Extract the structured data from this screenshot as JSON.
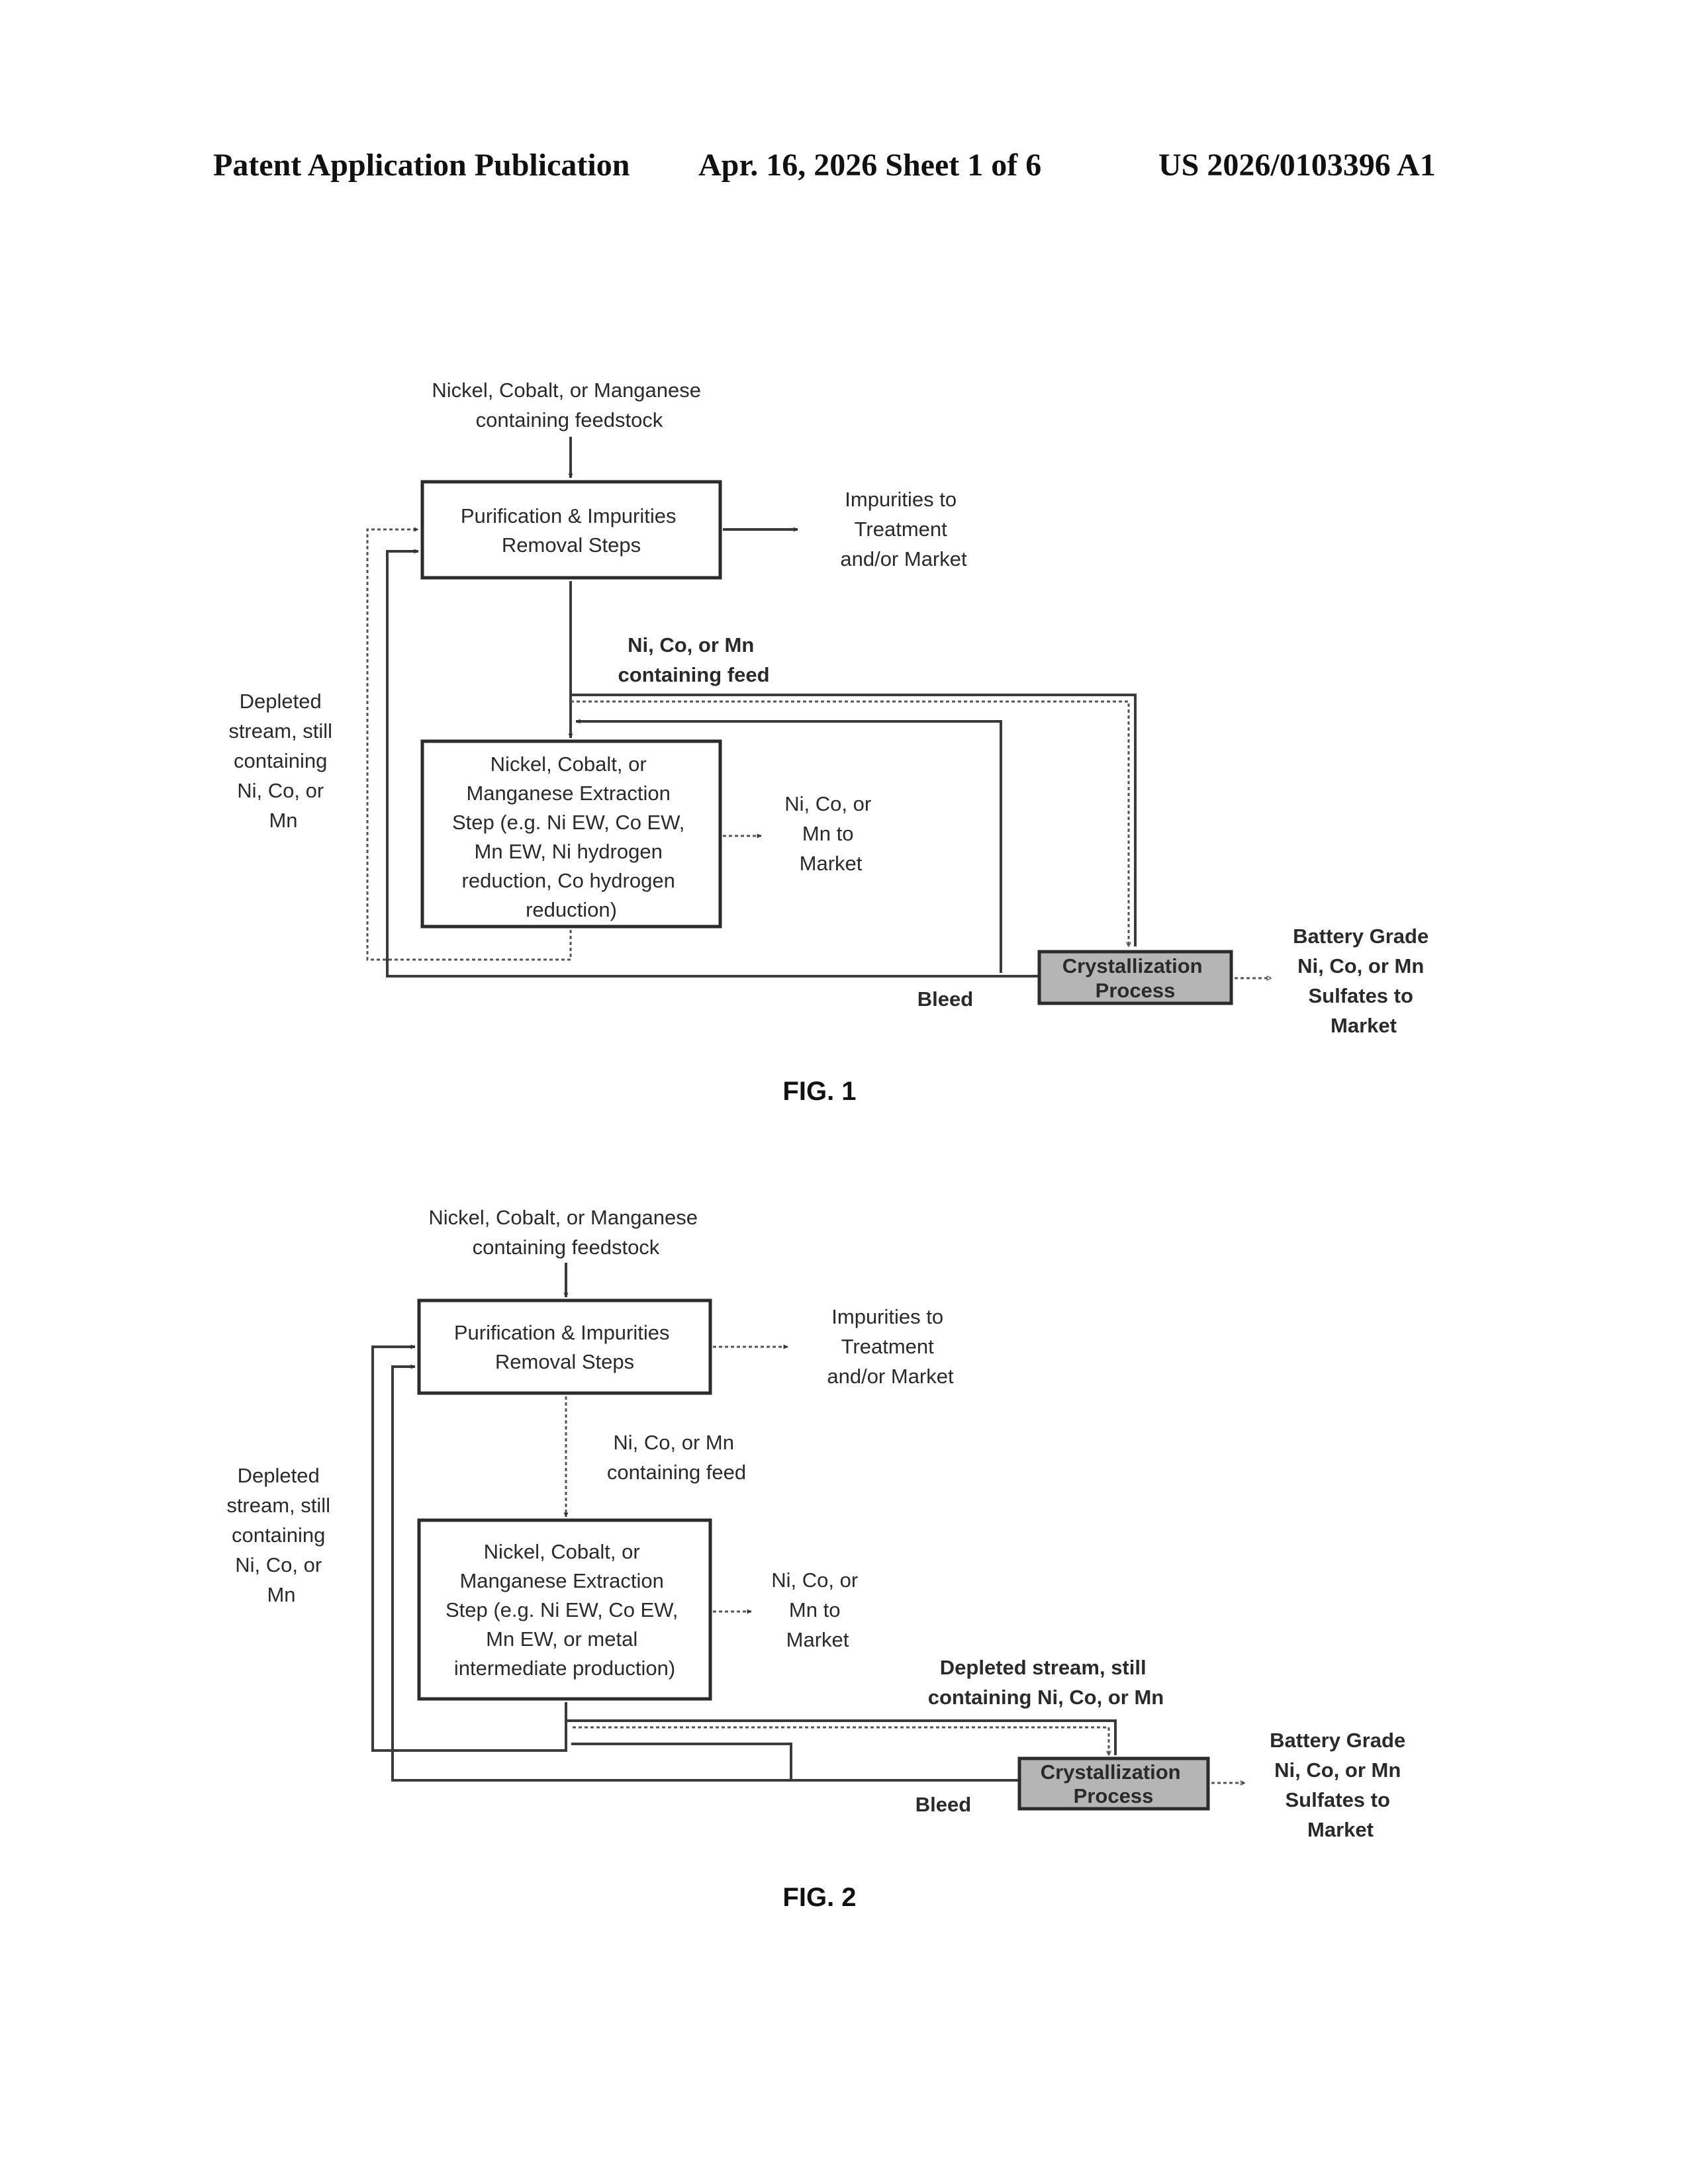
{
  "header": {
    "left": "Patent Application Publication",
    "middle": "Apr. 16, 2026  Sheet 1 of 6",
    "right": "US 2026/0103396 A1"
  },
  "fig1": {
    "feedstock": [
      "Nickel, Cobalt, or Manganese",
      "containing feedstock"
    ],
    "purification": [
      "Purification & Impurities",
      "Removal Steps"
    ],
    "impurities": [
      "Impurities to",
      "Treatment",
      "and/or Market"
    ],
    "feed": [
      "Ni, Co, or Mn",
      "containing feed"
    ],
    "depleted": [
      "Depleted",
      "stream, still",
      "containing",
      "Ni, Co, or",
      "Mn"
    ],
    "extraction": [
      "Nickel, Cobalt, or",
      "Manganese Extraction",
      "Step (e.g. Ni EW, Co EW,",
      "Mn EW, Ni hydrogen",
      "reduction, Co hydrogen",
      "reduction)"
    ],
    "metal_market": [
      "Ni, Co, or",
      "Mn  to",
      "Market"
    ],
    "crystallization": [
      "Crystallization",
      "Process"
    ],
    "bleed": "Bleed",
    "battery": [
      "Battery Grade",
      "Ni, Co, or Mn",
      "Sulfates to",
      "Market"
    ],
    "caption": "FIG. 1"
  },
  "fig2": {
    "feedstock": [
      "Nickel, Cobalt, or Manganese",
      "containing feedstock"
    ],
    "purification": [
      "Purification & Impurities",
      "Removal Steps"
    ],
    "impurities": [
      "Impurities to",
      "Treatment",
      "and/or Market"
    ],
    "feed": [
      "Ni, Co, or Mn",
      "containing feed"
    ],
    "depleted_left": [
      "Depleted",
      "stream, still",
      "containing",
      "Ni, Co, or",
      "Mn"
    ],
    "extraction": [
      "Nickel, Cobalt, or",
      "Manganese Extraction",
      "Step (e.g. Ni EW, Co EW,",
      "Mn EW, or metal",
      "intermediate production)"
    ],
    "metal_market": [
      "Ni, Co, or",
      "Mn  to",
      "Market"
    ],
    "depleted_right": [
      "Depleted stream, still",
      "containing Ni, Co, or Mn"
    ],
    "crystallization": [
      "Crystallization",
      "Process"
    ],
    "bleed": "Bleed",
    "battery": [
      "Battery Grade",
      "Ni, Co, or Mn",
      "Sulfates to",
      "Market"
    ],
    "caption": "FIG. 2"
  }
}
